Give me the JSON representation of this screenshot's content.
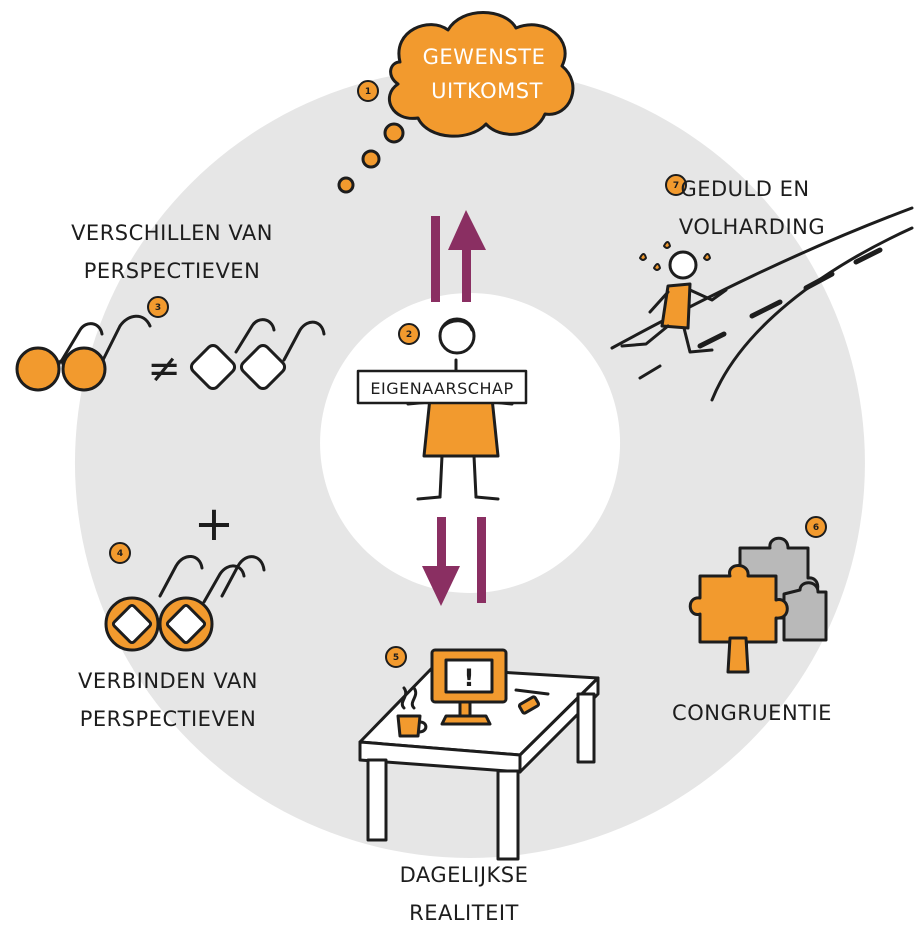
{
  "colors": {
    "ring": "#e6e6e6",
    "orange": "#f29a2e",
    "purple": "#8a2f62",
    "ink": "#1d1d1d",
    "gray_piece": "#b9b9b9"
  },
  "center": {
    "number": "2",
    "banner": "EIGENAARSCHAP"
  },
  "items": [
    {
      "number": "1",
      "line1": "GEWENSTE",
      "line2": "UITKOMST",
      "icon": "thought-cloud-icon"
    },
    {
      "number": "3",
      "line1": "VERSCHILLEN VAN",
      "line2": "PERSPECTIEVEN",
      "icon": "glasses-not-equal-icon"
    },
    {
      "number": "4",
      "line1": "VERBINDEN VAN",
      "line2": "PERSPECTIEVEN",
      "icon": "joined-glasses-icon"
    },
    {
      "number": "5",
      "line1": "DAGELIJKSE",
      "line2": "REALITEIT",
      "icon": "desk-computer-icon"
    },
    {
      "number": "6",
      "line1": "CONGRUENTIE",
      "line2": "",
      "icon": "puzzle-pieces-icon"
    },
    {
      "number": "7",
      "line1": "GEDULD EN",
      "line2": "VOLHARDING",
      "icon": "runner-road-icon"
    }
  ],
  "symbols": {
    "not_equal": "≠",
    "plus": "+",
    "alert": "!"
  }
}
